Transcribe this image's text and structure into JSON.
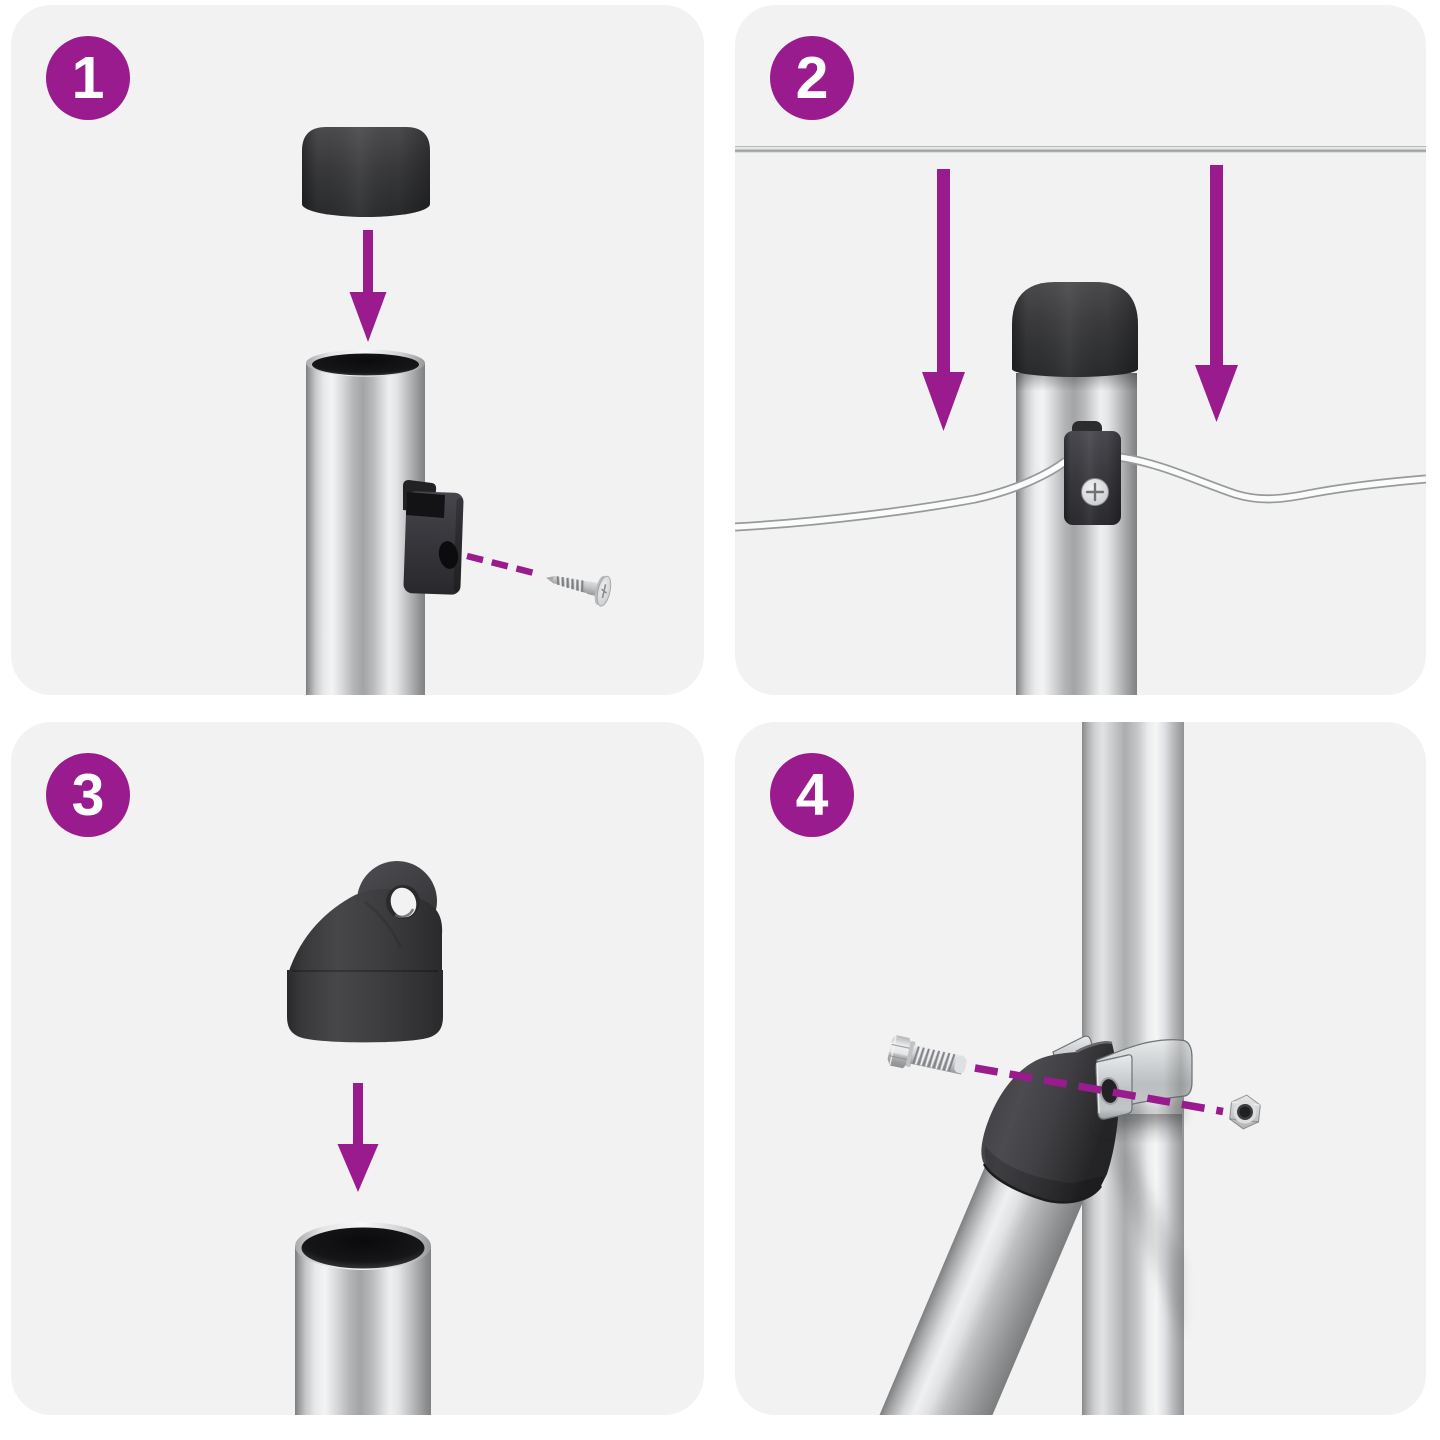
{
  "document": {
    "type": "assembly-instruction-diagram",
    "layout": "2x2-grid"
  },
  "colors": {
    "page_bg": "#ffffff",
    "panel_bg": "#f2f2f2",
    "accent": "#9a1b8d",
    "badge_text": "#ffffff",
    "plastic_dark": "#3a3a3d",
    "metal_light": "#eceded",
    "metal_dark": "#7b7d7f"
  },
  "steps": [
    {
      "number": "1",
      "parts": [
        "post-end-cap",
        "down-arrow",
        "open-post-tube",
        "wire-clip",
        "self-tapping-screw",
        "guide-dashes"
      ]
    },
    {
      "number": "2",
      "parts": [
        "straight-line-wire",
        "down-arrow-left",
        "down-arrow-right",
        "capped-post",
        "wire-clip-with-screw",
        "sagging-lines"
      ]
    },
    {
      "number": "3",
      "parts": [
        "eyelet-cap",
        "down-arrow",
        "open-post-tube"
      ]
    },
    {
      "number": "4",
      "parts": [
        "vertical-post",
        "diagonal-strut",
        "strut-sleeve",
        "post-clamp",
        "hex-bolt",
        "guide-dashes",
        "hex-nut"
      ]
    }
  ]
}
